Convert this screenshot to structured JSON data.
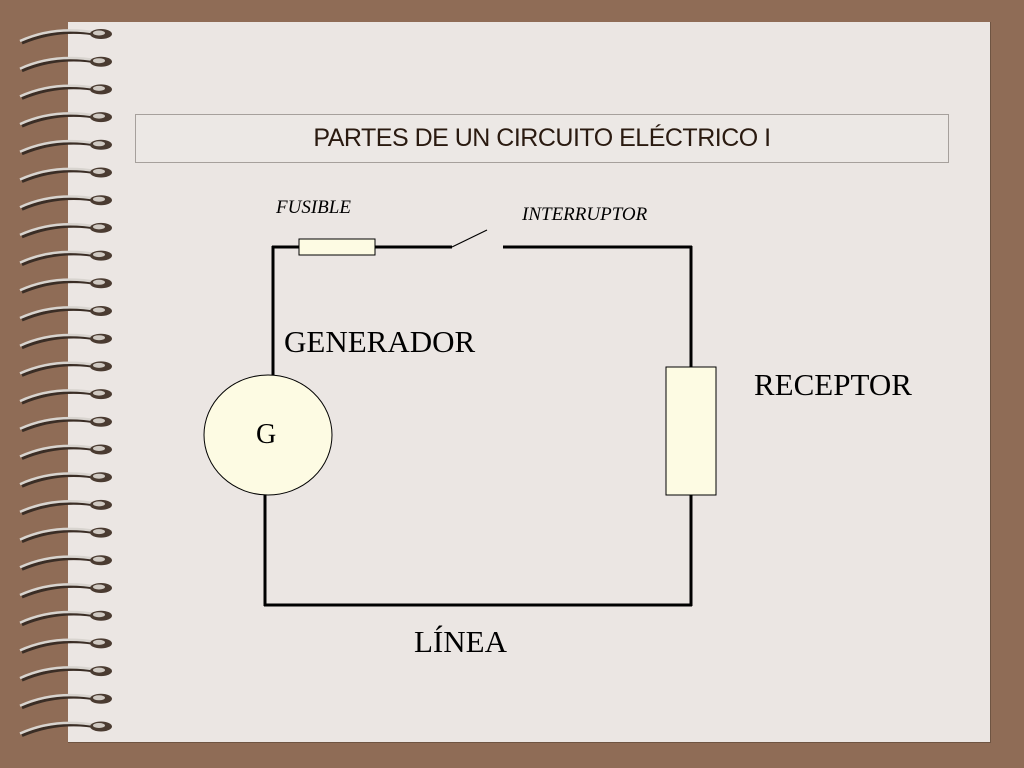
{
  "title": "PARTES DE UN CIRCUITO ELÉCTRICO I",
  "labels": {
    "fusible": "FUSIBLE",
    "interruptor": "INTERRUPTOR",
    "generador": "GENERADOR",
    "generator_symbol": "G",
    "receptor": "RECEPTOR",
    "linea": "LÍNEA"
  },
  "colors": {
    "background": "#8f6c56",
    "page": "#ebe6e3",
    "component_fill": "#fdfbe3",
    "wire": "#000000"
  }
}
